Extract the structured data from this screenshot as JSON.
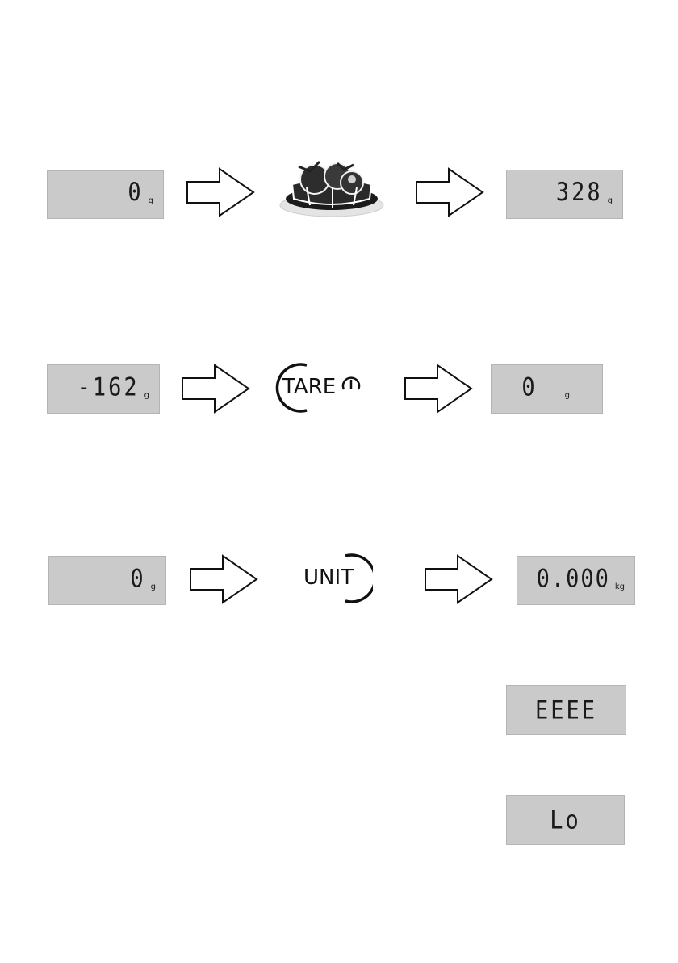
{
  "row1": {
    "before": {
      "value": "0",
      "unit": "g"
    },
    "icon": "bowl-of-tomatoes-icon",
    "after": {
      "value": "328",
      "unit": "g"
    }
  },
  "row2": {
    "before": {
      "value": "-162",
      "unit": "g"
    },
    "button": {
      "label": "TARE",
      "icon": "power-icon"
    },
    "after": {
      "value": "0",
      "unit": "g"
    }
  },
  "row3": {
    "before": {
      "value": "0",
      "unit": "g"
    },
    "button": {
      "label": "UNIT"
    },
    "after": {
      "value": "0.000",
      "unit": "kg"
    }
  },
  "errors": {
    "overload": {
      "value": "EEEE"
    },
    "low_battery": {
      "value": "Lo"
    }
  },
  "colors": {
    "lcd_background": "#cacaca",
    "lcd_digits": "#1a1a1a"
  }
}
